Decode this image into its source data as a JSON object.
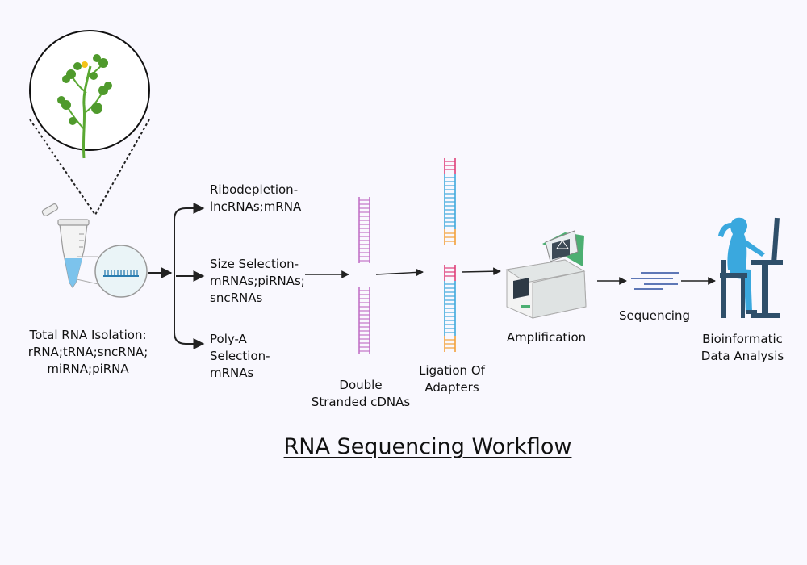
{
  "title": "RNA Sequencing Workflow",
  "steps": {
    "isolation": "Total RNA Isolation:\nrRNA;tRNA;sncRNA;\nmiRNA;piRNA",
    "ribodepletion": "Ribodepletion-\nlncRNAs;mRNA",
    "size_selection": "Size Selection-\nmRNAs;piRNAs;\nsncRNAs",
    "polya": "Poly-A\nSelection-\nmRNAs",
    "double_stranded": "Double\nStranded cDNAs",
    "ligation": "Ligation Of\nAdapters",
    "amplification": "Amplification",
    "sequencing": "Sequencing",
    "analysis": "Bioinformatic\nData Analysis"
  },
  "colors": {
    "arrow": "#222222",
    "plant_green": "#5aa832",
    "flower_yellow": "#f3c319",
    "tube_liquid": "#7cc3ec",
    "cdna": "#c272c7",
    "adapter_pink": "#de3e78",
    "adapter_blue": "#3fa9dc",
    "adapter_orange": "#f2a13a",
    "machine_green": "#4caf72",
    "person_blue": "#3aa8de",
    "furniture": "#2f4f6a",
    "reads": "#2b4c9e"
  }
}
